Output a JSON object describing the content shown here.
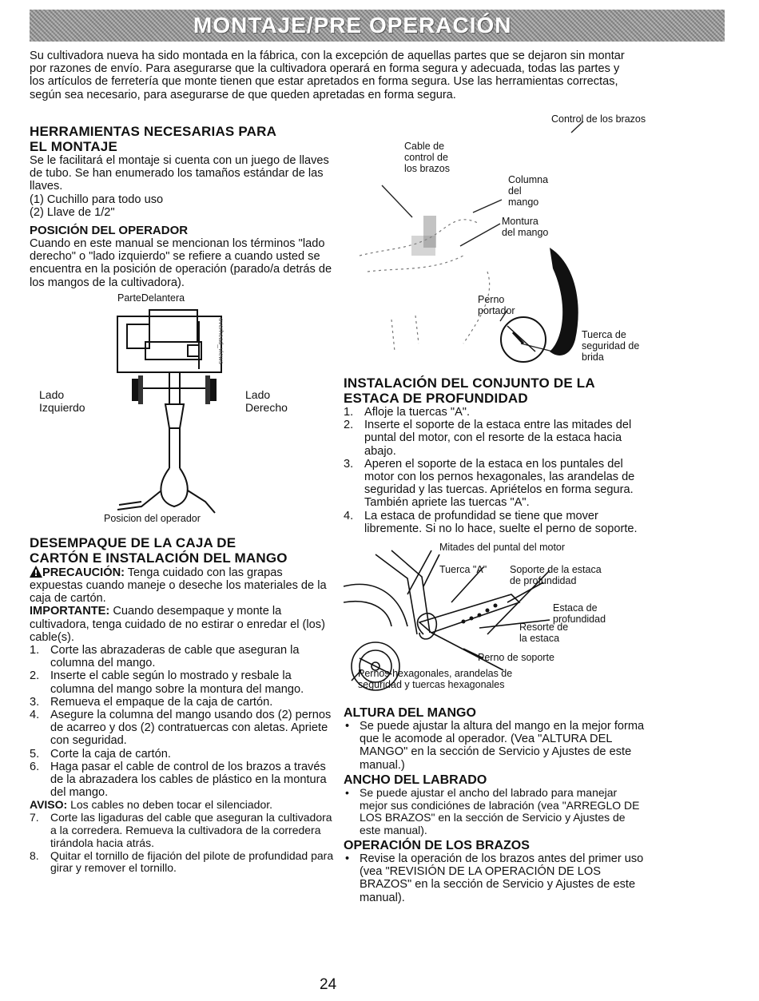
{
  "header": {
    "title": "MONTAJE/PRE OPERACIÓN"
  },
  "intro": "Su cultivadora nueva ha sido montada en la fábrica, con la excepción de aquellas partes que se dejaron sin montar por razones de envío. Para asegurarse que la cultivadora operará en forma segura y adecuada, todas las partes y los artículos de ferretería que monte tienen que estar apretados en forma segura. Use las herramientas correctas, según sea necesario, para asegurarse de que queden apretadas en forma segura.",
  "tools": {
    "title_line1": "HERRAMIENTAS NECESARIAS PARA",
    "title_line2": "EL MONTAJE",
    "text": "Se le facilitará el montaje si cuenta con un juego de llaves de tubo. Se han enumerado los tamaños estándar de las llaves.",
    "items": [
      "(1) Cuchillo para todo uso",
      "(2) Llave de 1/2\""
    ]
  },
  "operator": {
    "title": "POSICIÓN DEL OPERADOR",
    "text": "Cuando en este manual se mencionan los términos \"lado derecho\" o \"lado izquierdo\" se refiere a cuando usted se encuentra en la posición de operación (parado/a detrás de los mangos de la cultivadora).",
    "fig": {
      "top_label": "ParteDelantera",
      "left_line1": "Lado",
      "left_line2": "Izquierdo",
      "right_line1": "Lado",
      "right_line2": "Derecho",
      "side_label": "overhead_views",
      "caption": "Posicion del operador"
    }
  },
  "unpack": {
    "title_line1": "DESEMPAQUE DE LA CAJA DE",
    "title_line2": "CARTÓN E INSTALACIÓN DEL MANGO",
    "caution_label": "PRECAUCIÓN:",
    "caution_text": "Tenga cuidado con las grapas expuestas cuando maneje o deseche los materiales de la caja de cartón.",
    "important_label": "IMPORTANTE:",
    "important_text": "Cuando desempaque y monte la cultivadora, tenga cuidado de no estirar o enredar el (los) cable(s).",
    "steps": [
      {
        "n": "1.",
        "t": "Corte las abrazaderas de cable que aseguran la columna del mango."
      },
      {
        "n": "2.",
        "t": "Inserte el cable según lo mostrado y resbale la columna del mango sobre la montura del mango."
      },
      {
        "n": "3.",
        "t": "Remueva el empaque de la caja de cartón."
      },
      {
        "n": "4.",
        "t": "Asegure la columna del mango usando dos (2) pernos de acarreo y dos (2) contratuercas con aletas. Apriete con seguridad."
      },
      {
        "n": "5.",
        "t": "Corte la caja de cartón."
      },
      {
        "n": "6.",
        "t": "Haga pasar el cable de control de los brazos a través de la abrazadera los cables de plástico en la montura del mango."
      }
    ],
    "notice_label": "AVISO:",
    "notice_text": "Los cables no deben tocar el silenciador.",
    "steps2": [
      {
        "n": "7.",
        "t": "Corte las ligaduras del cable que aseguran la cultivadora a la corredera. Remueva la cultivadora de la corredera tirándola hacia atrás."
      },
      {
        "n": "8.",
        "t": "Quitar el tornillo de fijación del pilote de profundidad para girar y remover el tornillo."
      }
    ]
  },
  "fig1": {
    "control": "Control de los brazos",
    "cable_line1": "Cable de",
    "cable_line2": "control de",
    "cable_line3": "los brazos",
    "column_line1": "Columna",
    "column_line2": "del",
    "column_line3": "mango",
    "mount_line1": "Montura",
    "mount_line2": "del mango",
    "bolt_line1": "Perno",
    "bolt_line2": "portador",
    "nut_line1": "Tuerca de",
    "nut_line2": "seguridad de",
    "nut_line3": "brida"
  },
  "depth": {
    "title_line1": "INSTALACIÓN DEL CONJUNTO DE LA",
    "title_line2": "ESTACA DE PROFUNDIDAD",
    "steps": [
      {
        "n": "1.",
        "t": "Afloje la tuercas \"A\"."
      },
      {
        "n": "2.",
        "t": "Inserte el soporte de la estaca entre las mitades del puntal del motor, con el resorte de la estaca hacia abajo."
      },
      {
        "n": "3.",
        "t": "Aperen el soporte de la estaca en los puntales del motor con los pernos hexagonales, las arandelas de seguridad y las tuercas. Apriételos en forma segura. También apriete las tuercas \"A\"."
      },
      {
        "n": "4.",
        "t": "La estaca de profundidad se tiene que mover libremente. Si no lo hace, suelte el perno de soporte."
      }
    ]
  },
  "fig2": {
    "halves": "Mitades del puntal del motor",
    "nut_a": "Tuerca \"A\"",
    "support_line1": "Soporte de la estaca",
    "support_line2": "de profundidad",
    "stake_line1": "Estaca de",
    "stake_line2": "profundidad",
    "spring_line1": "Resorte de",
    "spring_line2": "la estaca",
    "support_bolt": "Perno de soporte",
    "hex_line1": "Pernos hexagonales, arandelas de",
    "hex_line2": "seguridad y tuercas hexagonales"
  },
  "handle_height": {
    "title": "ALTURA DEL MANGO",
    "text": "Se puede ajustar la altura del mango en la mejor forma que le acomode al operador. (Vea \"ALTURA DEL MANGO\" en la sección de Servicio y Ajustes de este manual.)"
  },
  "tilling_width": {
    "title": "ANCHO DEL LABRADO",
    "text": "Se puede ajustar el ancho del labrado para manejar mejor sus condiciónes de labración (vea \"ARREGLO DE LOS BRAZOS\" en la sección de Servicio y Ajustes de este manual)."
  },
  "arm_operation": {
    "title": "OPERACIÓN DE LOS BRAZOS",
    "text": "Revise la operación de los brazos antes del primer uso (vea \"REVISIÓN DE LA OPERACIÓN DE LOS BRAZOS\" en la sección de Servicio y Ajustes de este manual)."
  },
  "page_number": "24"
}
